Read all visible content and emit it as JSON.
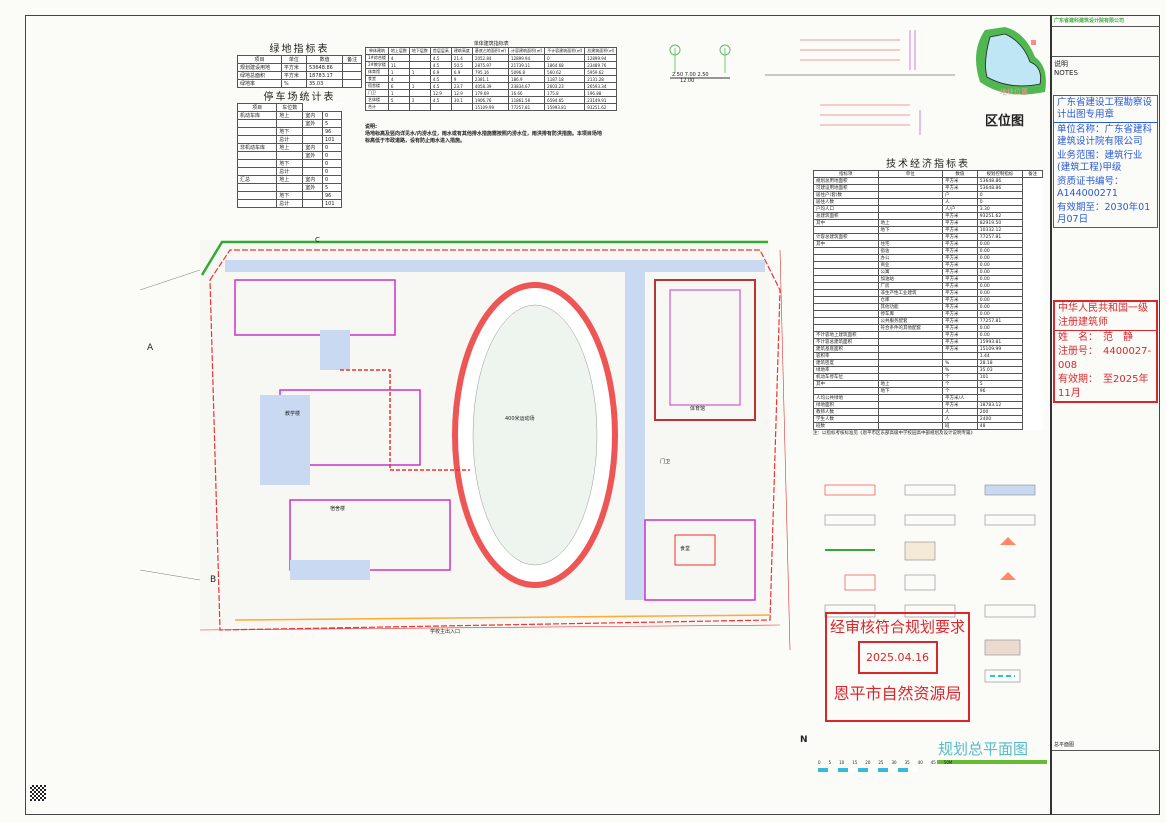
{
  "green_table": {
    "title": "绿地指标表",
    "headers": [
      "项目",
      "单位",
      "数值",
      "备注"
    ],
    "rows": [
      [
        "规划建设用地",
        "平方米",
        "53648.86",
        ""
      ],
      [
        "绿地总面积",
        "平方米",
        "18783.17",
        ""
      ],
      [
        "绿地率",
        "%",
        "35.03",
        ""
      ]
    ]
  },
  "parking_table": {
    "title": "停车场统计表",
    "headers": [
      "项目",
      "车位数"
    ],
    "rows": [
      [
        "机动车库",
        "地上",
        "室内",
        "0"
      ],
      [
        "",
        "",
        "室外",
        "5"
      ],
      [
        "",
        "地下",
        "",
        "96"
      ],
      [
        "",
        "总计",
        "",
        "101"
      ],
      [
        "非机动车库",
        "地上",
        "室内",
        "0"
      ],
      [
        "",
        "",
        "室外",
        "0"
      ],
      [
        "",
        "地下",
        "",
        "0"
      ],
      [
        "",
        "总计",
        "",
        "0"
      ],
      [
        "汇总",
        "地上",
        "室内",
        "0"
      ],
      [
        "",
        "",
        "室外",
        "5"
      ],
      [
        "",
        "地下",
        "",
        "96"
      ],
      [
        "",
        "总计",
        "",
        "101"
      ]
    ]
  },
  "building_table": {
    "title": "单体建筑指标表",
    "headers": [
      "单体建筑",
      "地上层数",
      "地下层数",
      "首层层高",
      "建筑高度",
      "基底占地面积(㎡)",
      "计容建筑面积(㎡)",
      "不计容建筑面积(㎡)",
      "总建筑面积(㎡)"
    ],
    "rows": [
      [
        "1#综合楼",
        "4",
        "",
        "4.5",
        "21.4",
        "2052.84",
        "12899.94",
        "0",
        "12899.94"
      ],
      [
        "2#教学楼",
        "11",
        "",
        "4.5",
        "50.5",
        "2875.97",
        "21739.11",
        "1864.68",
        "23489.76"
      ],
      [
        "体育馆",
        "1",
        "1",
        "6.9",
        "6.9",
        "795.16",
        "5096.8",
        "560.62",
        "5959.62"
      ],
      [
        "食堂",
        "4",
        "",
        "4.5",
        "9",
        "2381.1",
        "186.9",
        "1187.18",
        "2131.28"
      ],
      [
        "宿舍楼",
        "6",
        "1",
        "4.5",
        "23.7",
        "4058.39",
        "23834.67",
        "2603.23",
        "26593.34"
      ],
      [
        "门卫",
        "1",
        "",
        "12.9",
        "12.9",
        "179.69",
        "16.66",
        "175.8",
        "196.88"
      ],
      [
        "艺体楼",
        "5",
        "2",
        "4.5",
        "30.1",
        "1906.76",
        "11861.56",
        "6594.65",
        "23149.91"
      ],
      [
        "合计",
        "",
        "",
        "",
        "",
        "15109.99",
        "77257.81",
        "15993.81",
        "93251.62"
      ]
    ]
  },
  "notes": {
    "title": "说明:",
    "text": "场地标高及竖向详见水/内涝水位，雨水或有其他排水措施需按照内涝水位，雨洪排有防洪措施。本项目场地标高低于市政道路，设有防止雨水进入措施。"
  },
  "tech_table": {
    "title": "技术经济指标表",
    "headers": [
      "指标项",
      "单位",
      "数值",
      "规划控制指标",
      "备注"
    ],
    "rows": [
      [
        "规划总用地面积",
        "",
        "平方米",
        "53648.86"
      ],
      [
        "可建设用地面积",
        "",
        "平方米",
        "53648.86"
      ],
      [
        "居住户(套)数",
        "",
        "户",
        "0"
      ],
      [
        "居住人数",
        "",
        "人",
        "0"
      ],
      [
        "户均人口",
        "",
        "人/户",
        "3.30"
      ],
      [
        "总建筑面积",
        "",
        "平方米",
        "93251.62"
      ],
      [
        "其中",
        "地上",
        "平方米",
        "82919.50"
      ],
      [
        "",
        "地下",
        "平方米",
        "10332.12"
      ],
      [
        "计容总建筑面积",
        "",
        "平方米",
        "77257.81"
      ],
      [
        "其中",
        "住宅",
        "平方米",
        "0.00"
      ],
      [
        "",
        "宿舍",
        "平方米",
        "0.00"
      ],
      [
        "",
        "办公",
        "平方米",
        "0.00"
      ],
      [
        "",
        "商业",
        "平方米",
        "0.00"
      ],
      [
        "",
        "公寓",
        "平方米",
        "0.00"
      ],
      [
        "",
        "加油站",
        "平方米",
        "0.00"
      ],
      [
        "",
        "厂房",
        "平方米",
        "0.00"
      ],
      [
        "",
        "非生产性工业建筑",
        "平方米",
        "0.00"
      ],
      [
        "",
        "仓库",
        "平方米",
        "0.00"
      ],
      [
        "",
        "其他功能",
        "平方米",
        "0.00"
      ],
      [
        "",
        "停车库",
        "平方米",
        "0.00"
      ],
      [
        "",
        "公共服务配套",
        "平方米",
        "77257.81"
      ],
      [
        "",
        "符合条件的其他配套",
        "平方米",
        "0.00"
      ],
      [
        "不计容地上建筑面积",
        "",
        "平方米",
        "0.00"
      ],
      [
        "不计容总建筑面积",
        "",
        "平方米",
        "15993.81"
      ],
      [
        "建筑基底面积",
        "",
        "平方米",
        "15109.99"
      ],
      [
        "容积率",
        "",
        "",
        "1.44"
      ],
      [
        "建筑密度",
        "",
        "%",
        "28.18"
      ],
      [
        "绿地率",
        "",
        "%",
        "35.03"
      ],
      [
        "机动车停车位",
        "",
        "个",
        "101"
      ],
      [
        "其中",
        "地上",
        "个",
        "5"
      ],
      [
        "",
        "地下",
        "个",
        "96"
      ],
      [
        "人均公共绿地",
        "",
        "平方米/人",
        ""
      ],
      [
        "绿地面积",
        "",
        "平方米",
        "18783.12"
      ],
      [
        "教师人数",
        "",
        "人",
        "200"
      ],
      [
        "学生人数",
        "",
        "人",
        "2400"
      ],
      [
        "班数",
        "",
        "班",
        "48"
      ]
    ],
    "footnote": "注：以指标考核标准见《恩平市区东部高级中学校园高中部规划及设计说明专篇》"
  },
  "stamp_design": {
    "title": "广东省建设工程勘察设计出图专用章",
    "name": "单位名称：广东省建科建筑设计院有限公司",
    "scope": "业务范围：建筑行业(建筑工程)甲级",
    "cert": "资质证书编号：A144000271",
    "valid": "有效期至：2030年01月07日"
  },
  "stamp_architect": {
    "title": "中华人民共和国一级注册建筑师",
    "name": "姓　名：　范　静",
    "reg": "注册号：　4400027-008",
    "valid": "有效期：　至2025年11月"
  },
  "stamp_approval": {
    "line1": "经审核符合规划要求",
    "date": "2025.04.16",
    "agency": "恩平市自然资源局"
  },
  "location_map": {
    "title": "区位图",
    "marker": "地块位置"
  },
  "title_block": {
    "company": "广东省建科建筑设计院有限公司",
    "notes_label": "说明",
    "notes_en": "NOTES",
    "drawing": "总平面图"
  },
  "drawing_title": "规划总平面图",
  "north": "N",
  "scale_labels": [
    "0",
    "5",
    "10",
    "15",
    "20",
    "25",
    "30",
    "35",
    "40",
    "45",
    "50M"
  ],
  "site_labels": {
    "track": "400米运动场",
    "gym": "体育馆",
    "dorm": "宿舍楼",
    "teaching": "教学楼",
    "canteen": "食堂",
    "gate": "门卫",
    "main_entrance": "学校主出入口",
    "section_a": "A",
    "section_b": "B",
    "section_c": "C",
    "road_width": [
      "2.50",
      "7.00",
      "2.50",
      "12.00"
    ]
  }
}
